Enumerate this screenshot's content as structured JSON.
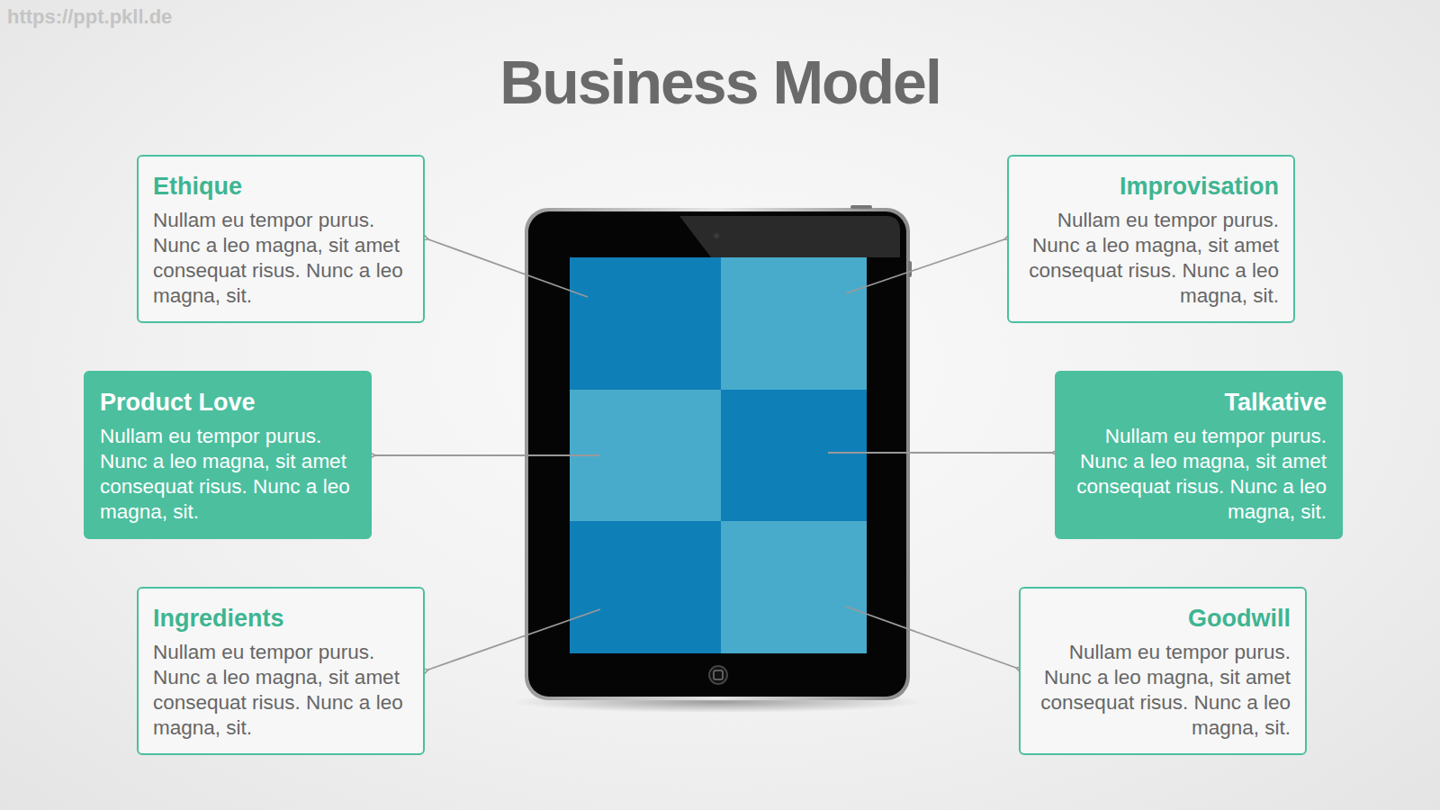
{
  "diagram": {
    "title": "Business Model",
    "nodes": [
      {
        "text": [
          "Ethique",
          "Nullam eu tempor purus. Nunc a leo magna, sit amet consequat risus. Nunc a leo magna, sit."
        ]
      },
      {
        "text": [
          "Improvisation",
          "Nullam eu tempor purus. Nunc a leo magna, sit amet consequat risus. Nunc a leo magna, sit."
        ]
      },
      {
        "text": [
          "Product Love",
          "Nullam eu tempor purus. Nunc a leo magna, sit amet consequat risus. Nunc a leo magna, sit."
        ]
      },
      {
        "text": [
          "Talkative",
          "Nullam eu tempor purus. Nunc a leo magna, sit amet consequat risus. Nunc a leo magna, sit."
        ]
      },
      {
        "text": [
          "Ingredients",
          "Nullam eu tempor purus. Nunc a leo magna, sit amet consequat risus. Nunc a leo magna, sit."
        ]
      },
      {
        "text": [
          "Goodwill",
          "Nullam eu tempor purus. Nunc a leo magna, sit amet consequat risus. Nunc a leo magna, sit."
        ]
      }
    ],
    "labels": [
      "https://ppt.pkll.de"
    ]
  }
}
